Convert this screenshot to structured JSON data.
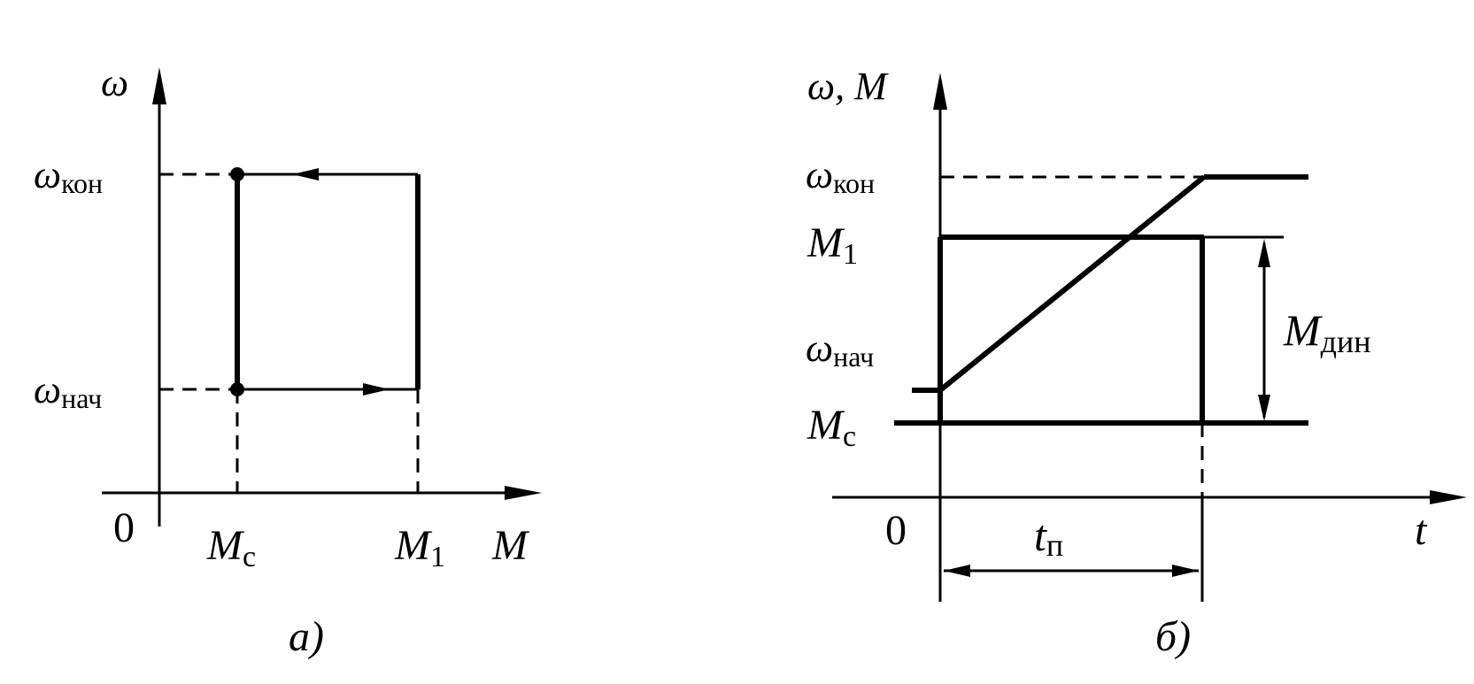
{
  "panel_a": {
    "y_axis_symbol": "ω",
    "x_axis_symbol": "M",
    "origin": "0",
    "w_end": {
      "base": "ω",
      "sub": "кон"
    },
    "w_start": {
      "base": "ω",
      "sub": "нач"
    },
    "m_c": {
      "base": "M",
      "sub": "с"
    },
    "m_1": {
      "base": "M",
      "sub": "1"
    },
    "caption": "а)"
  },
  "panel_b": {
    "y_axis_label": "ω, M",
    "x_axis_symbol": "t",
    "origin": "0",
    "w_end": {
      "base": "ω",
      "sub": "кон"
    },
    "m_1": {
      "base": "M",
      "sub": "1"
    },
    "w_start": {
      "base": "ω",
      "sub": "нач"
    },
    "m_c": {
      "base": "M",
      "sub": "с"
    },
    "m_dyn": {
      "base": "M",
      "sub": "дин"
    },
    "t_p": {
      "base": "t",
      "sub": "п"
    },
    "caption": "б)"
  }
}
